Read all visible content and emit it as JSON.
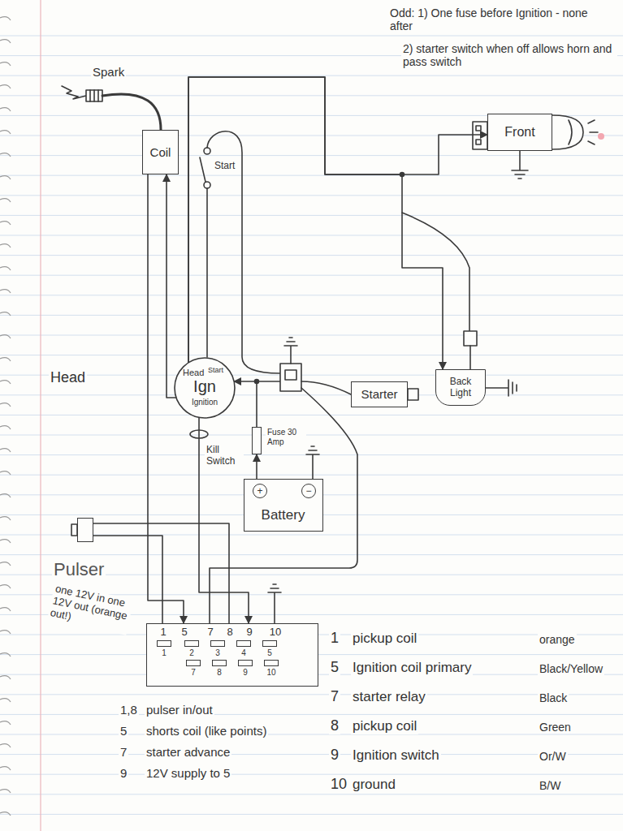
{
  "diagram": {
    "nodes": [
      {
        "text": [
          "Coil"
        ]
      },
      {
        "text": [
          "Front"
        ]
      },
      {
        "text": [
          "Back Light"
        ]
      },
      {
        "text": [
          "Head",
          "Start",
          "Ign",
          "Ignition"
        ]
      },
      {
        "text": [
          "Starter"
        ]
      },
      {
        "text": [
          "Fuse 30 Amp"
        ]
      },
      {
        "text": [
          "+",
          "−",
          "Battery"
        ]
      },
      {
        "text": [
          "Pulser"
        ]
      },
      {
        "text": [
          "1",
          "5",
          "7",
          "8",
          "9",
          "10",
          "1",
          "2",
          "3",
          "4",
          "5",
          "7",
          "8",
          "9",
          "10"
        ]
      }
    ],
    "edges": [
      {
        "from": 3,
        "to": 0,
        "arrow": "to"
      },
      {
        "from": 0,
        "to": 8,
        "arrow": "to"
      },
      {
        "from": 3,
        "to": 1,
        "arrow": "to"
      },
      {
        "from": 3,
        "to": 2,
        "arrow": "to"
      },
      {
        "from": 6,
        "to": 5,
        "arrow": "to"
      },
      {
        "from": 5,
        "to": 3,
        "arrow": "to"
      },
      {
        "from": 3,
        "to": 8,
        "label": "Kill Switch",
        "arrow": "to"
      },
      {
        "from": 7,
        "to": 8,
        "arrow": "none"
      },
      {
        "from": 7,
        "to": 8,
        "arrow": "none"
      }
    ],
    "labels": [
      "Odd: 1) One fuse before Ignition - none after",
      "2) starter switch when off allows horn and pass switch",
      "Spark",
      "Start",
      "Head",
      "one 12V in one 12V out (orange out!)",
      "1",
      "pickup coil",
      "orange",
      "5",
      "Ignition coil primary",
      "Black/Yellow",
      "7",
      "starter relay",
      "Black",
      "8",
      "pickup coil",
      "Green",
      "9",
      "Ignition switch",
      "Or/W",
      "10",
      "ground",
      "B/W",
      "1,8",
      "pulser in/out",
      "5",
      "shorts coil (like points)",
      "7",
      "starter advance",
      "9",
      "12V supply to 5"
    ]
  }
}
